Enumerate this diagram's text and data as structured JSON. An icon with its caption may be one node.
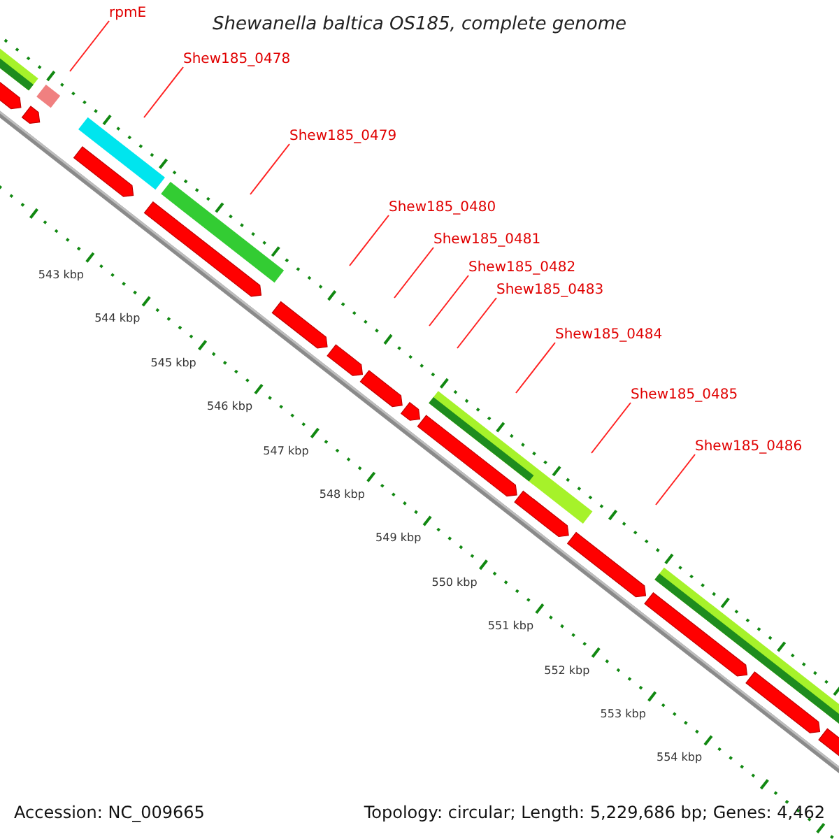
{
  "diagram": {
    "title": "Shewanella baltica OS185, complete genome",
    "nodes": [
      {
        "text": [
          "rpmE"
        ]
      },
      {
        "text": [
          "Shew185_0478"
        ]
      },
      {
        "text": [
          "Shew185_0479"
        ]
      },
      {
        "text": [
          "Shew185_0480"
        ]
      },
      {
        "text": [
          "Shew185_0481"
        ]
      },
      {
        "text": [
          "Shew185_0482"
        ]
      },
      {
        "text": [
          "Shew185_0483"
        ]
      },
      {
        "text": [
          "Shew185_0484"
        ]
      },
      {
        "text": [
          "Shew185_0485"
        ]
      },
      {
        "text": [
          "Shew185_0486"
        ]
      }
    ],
    "edges": [
      {
        "from": 0,
        "to": null,
        "arrow": "none"
      },
      {
        "from": 1,
        "to": null,
        "arrow": "none"
      },
      {
        "from": 2,
        "to": null,
        "arrow": "none"
      },
      {
        "from": 3,
        "to": null,
        "arrow": "none"
      },
      {
        "from": 4,
        "to": null,
        "arrow": "none"
      },
      {
        "from": 5,
        "to": null,
        "arrow": "none"
      },
      {
        "from": 6,
        "to": null,
        "arrow": "none"
      },
      {
        "from": 7,
        "to": null,
        "arrow": "none"
      },
      {
        "from": 8,
        "to": null,
        "arrow": "none"
      },
      {
        "from": 9,
        "to": null,
        "arrow": "none"
      }
    ],
    "labels": [
      "543 kbp",
      "544 kbp",
      "545 kbp",
      "546 kbp",
      "547 kbp",
      "548 kbp",
      "549 kbp",
      "550 kbp",
      "551 kbp",
      "552 kbp",
      "553 kbp",
      "554 kbp",
      "Accession: NC_009665",
      "Topology: circular; Length: 5,229,686 bp; Genes: 4,462"
    ]
  }
}
